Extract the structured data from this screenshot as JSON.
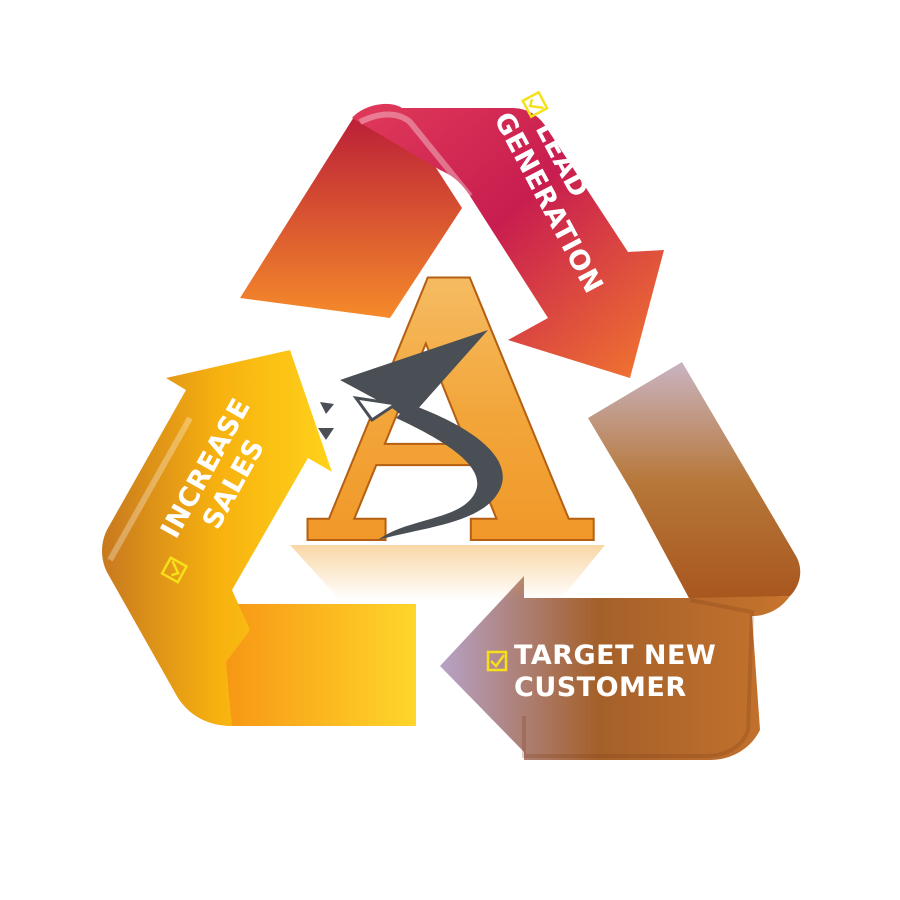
{
  "diagram": {
    "steps": [
      {
        "id": "lead",
        "lines": [
          "LEAD",
          "GENERATION"
        ],
        "checked": true
      },
      {
        "id": "target",
        "lines": [
          "TARGET NEW",
          "CUSTOMER"
        ],
        "checked": true
      },
      {
        "id": "sales",
        "lines": [
          "INCREASE",
          "SALES"
        ],
        "checked": true
      }
    ],
    "center_logo": {
      "letter": "A",
      "letter_color": "#f2a63a",
      "swoosh_color": "#4a4f55"
    },
    "colors": {
      "arrow_lead": "#c81d4f",
      "arrow_target": "#a4602a",
      "arrow_sales": "#f7b10f",
      "check_color": "#f7e01a"
    }
  }
}
